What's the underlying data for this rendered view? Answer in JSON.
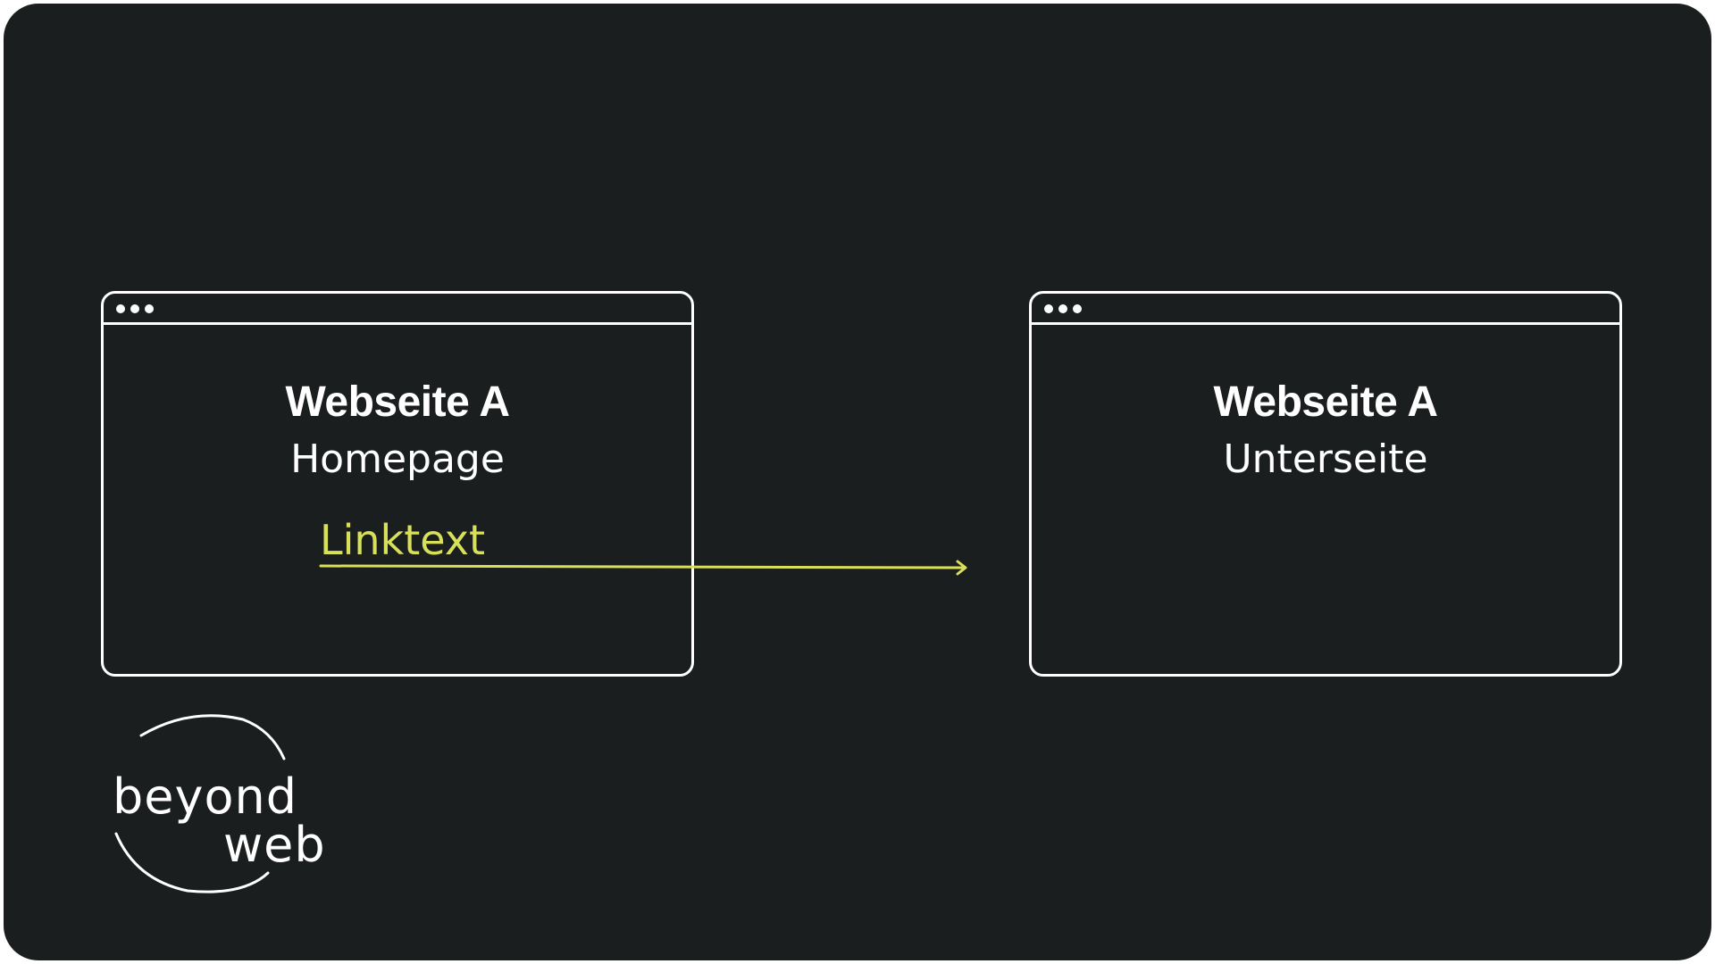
{
  "colors": {
    "background": "#1b1e1e",
    "foreground": "#ffffff",
    "link": "#d8e05a"
  },
  "window_a": {
    "title": "Webseite A",
    "subtitle": "Homepage",
    "link_text": "Linktext"
  },
  "window_b": {
    "title": "Webseite A",
    "subtitle": "Unterseite"
  },
  "logo": {
    "line1": "beyond",
    "line2": "web"
  }
}
